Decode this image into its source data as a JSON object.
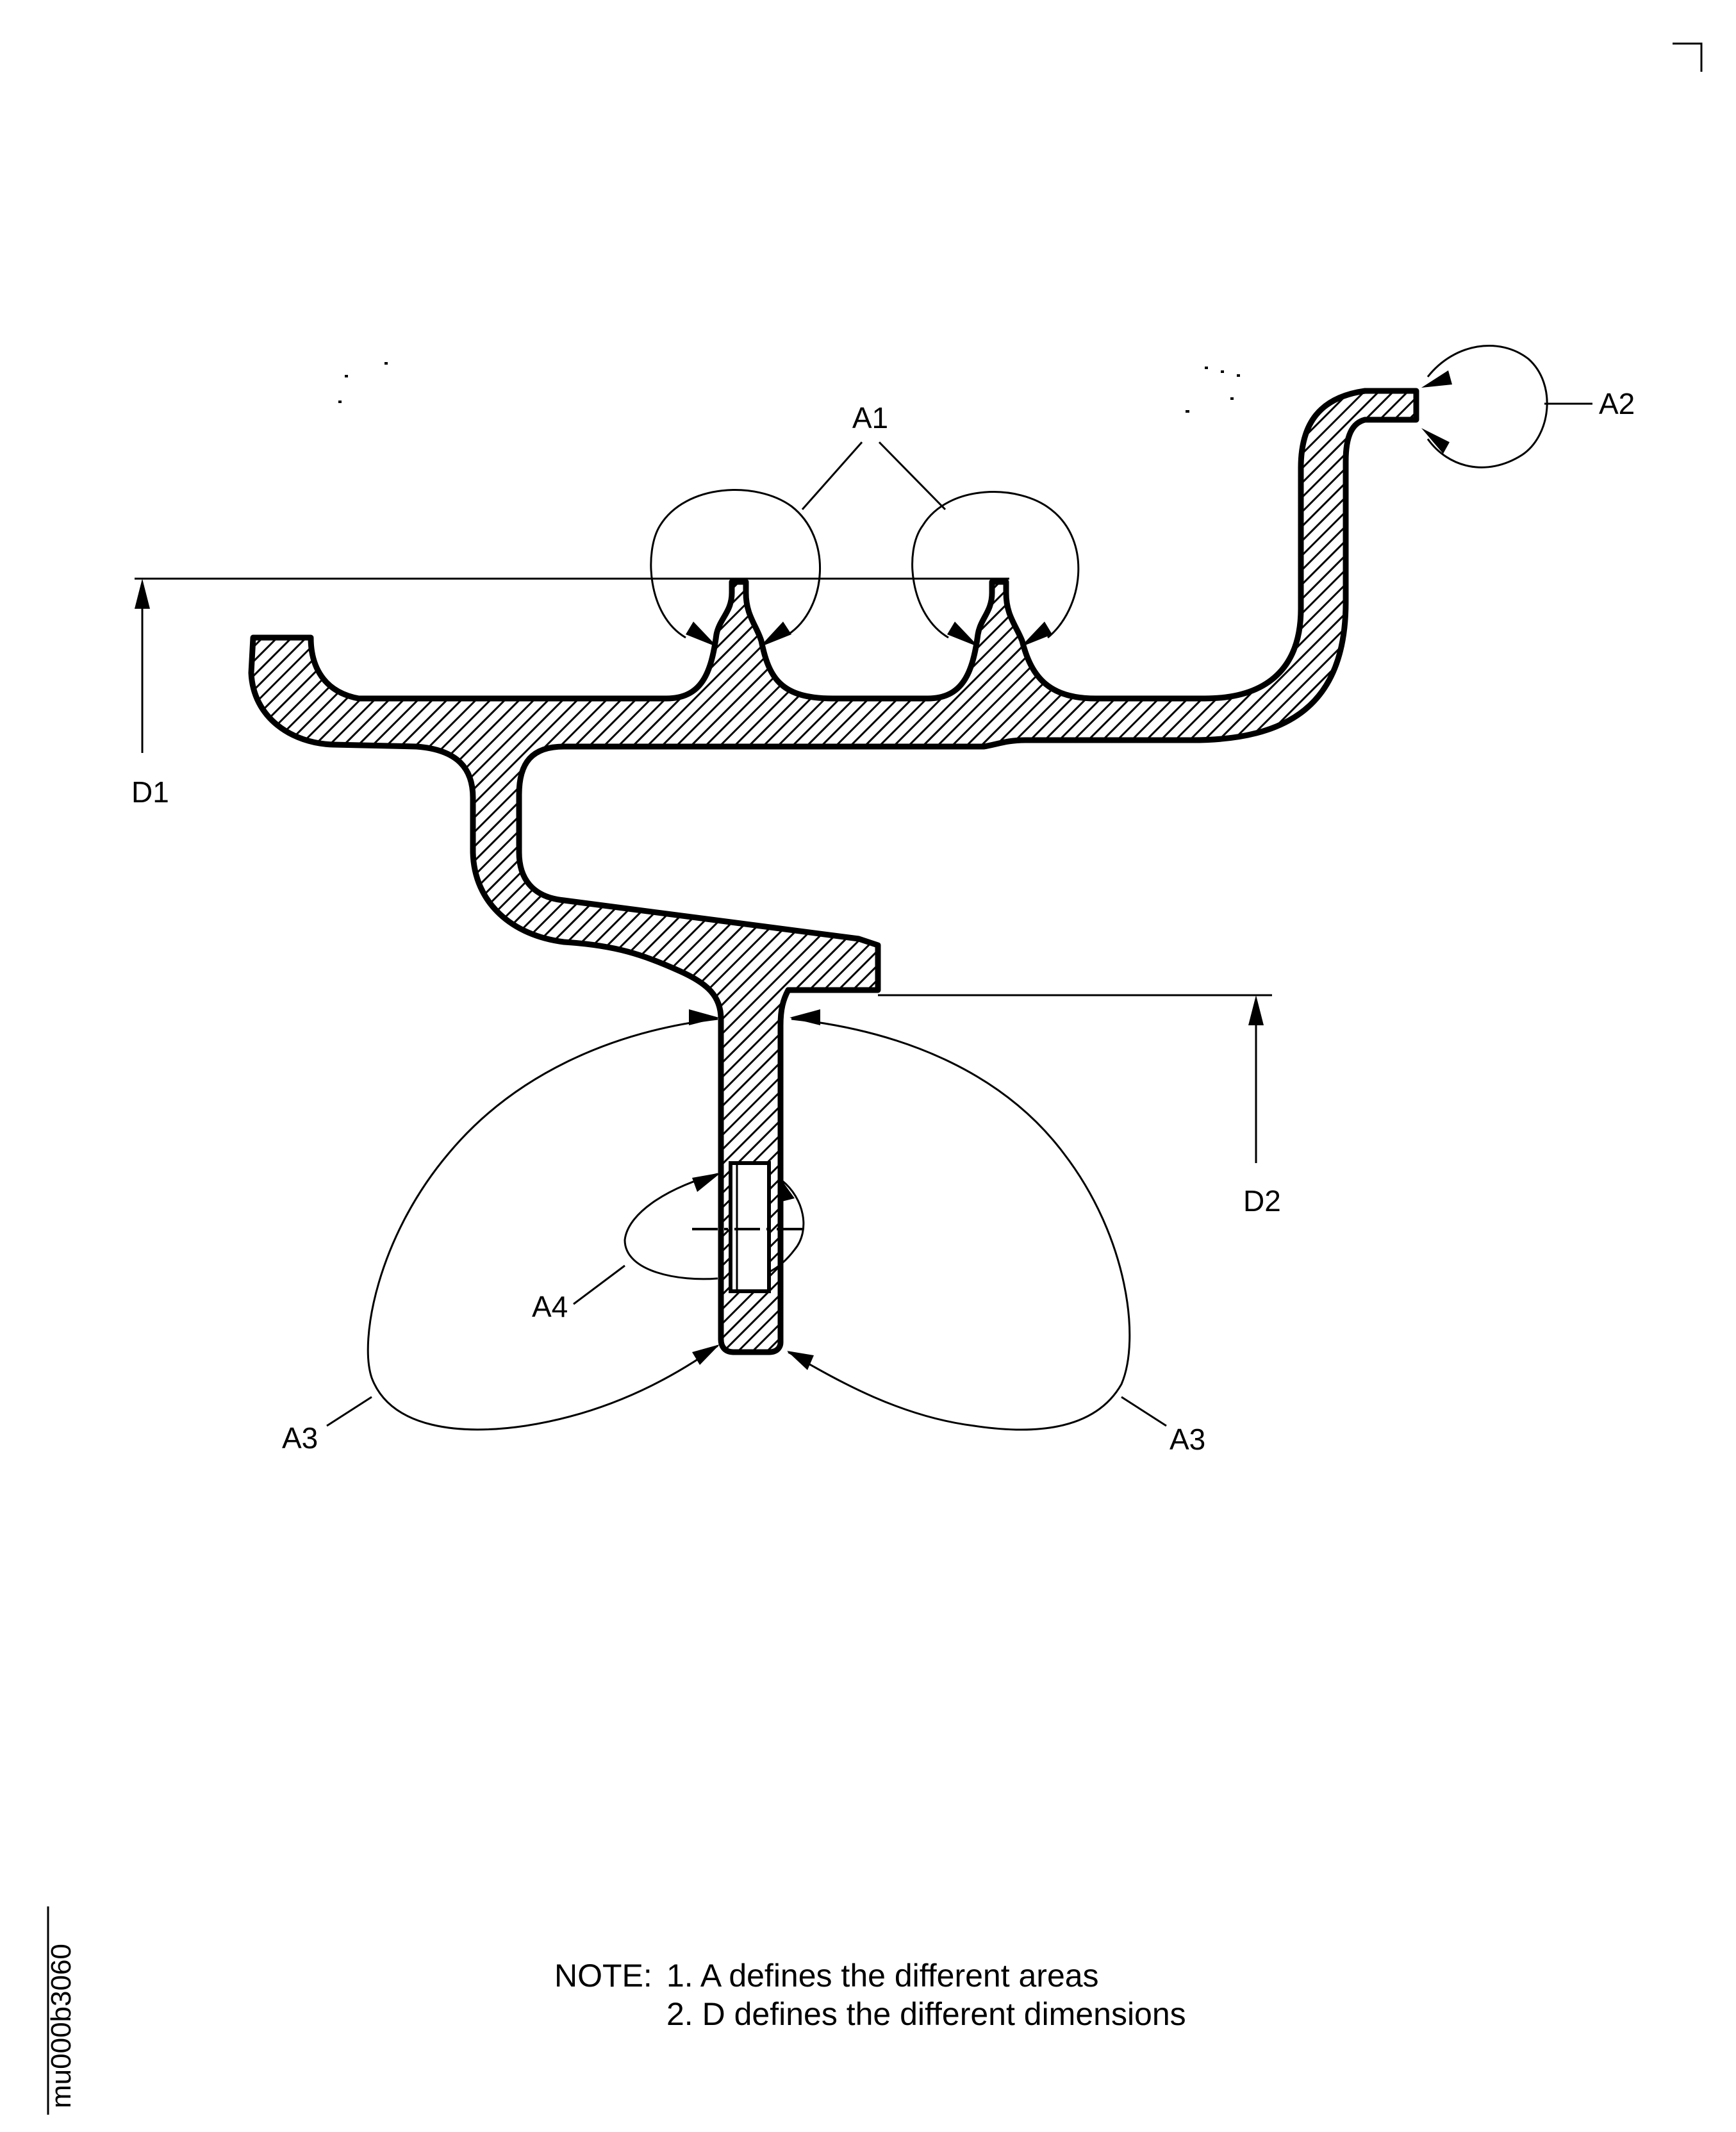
{
  "figure": {
    "area_labels": {
      "a1": "A1",
      "a2": "A2",
      "a3_left": "A3",
      "a3_right": "A3",
      "a4": "A4"
    },
    "dimension_labels": {
      "d1": "D1",
      "d2": "D2"
    },
    "note": {
      "prefix": "NOTE:",
      "line1": "1. A defines the different areas",
      "line2": "2. D defines the different dimensions"
    },
    "figure_code": "mu000b3060"
  }
}
